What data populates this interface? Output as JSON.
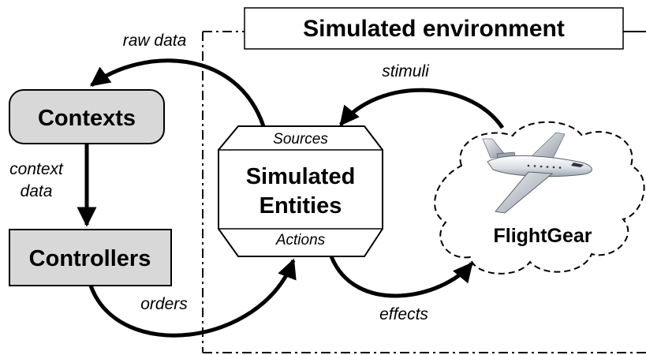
{
  "env_title": "Simulated environment",
  "nodes": {
    "contexts": "Contexts",
    "controllers": "Controllers",
    "entities_line1": "Simulated",
    "entities_line2": "Entities",
    "sources": "Sources",
    "actions": "Actions",
    "flightgear": "FlightGear"
  },
  "edges": {
    "raw_data": "raw data",
    "stimuli": "stimuli",
    "context_line1": "context",
    "context_line2": "data",
    "orders": "orders",
    "effects": "effects"
  },
  "icons": {
    "aircraft": "jet-aircraft-icon"
  }
}
